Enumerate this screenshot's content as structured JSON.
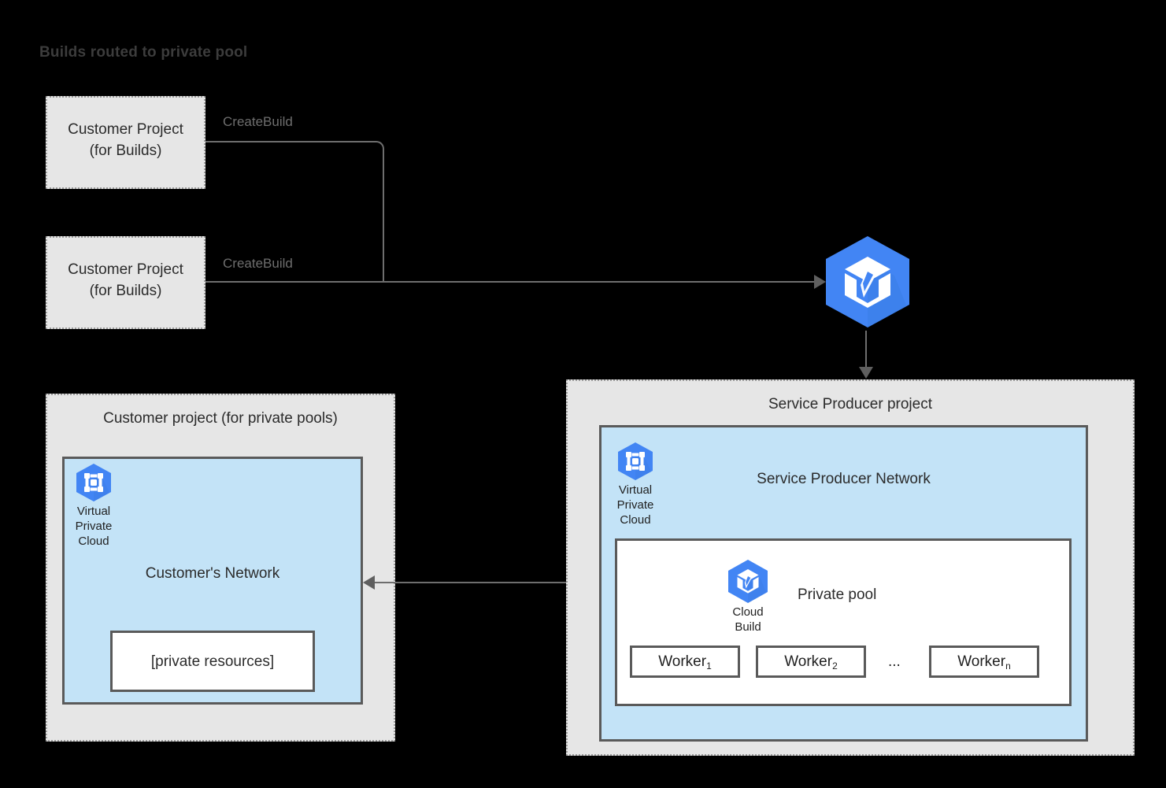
{
  "title": "Builds routed to private pool",
  "nodes": {
    "customer_project_builds_1": {
      "line1": "Customer Project",
      "line2": "(for Builds)"
    },
    "customer_project_builds_2": {
      "line1": "Customer Project",
      "line2": "(for Builds)"
    },
    "customer_project_private_pools": {
      "title": "Customer project (for private pools)",
      "network_label": "Customer's Network",
      "private_resources": "[private resources]",
      "vpc_icon": {
        "name": "virtual-private-cloud-icon",
        "caption_lines": [
          "Virtual",
          "Private",
          "Cloud"
        ]
      }
    },
    "service_producer_project": {
      "title": "Service Producer project",
      "network_label": "Service Producer Network",
      "vpc_icon": {
        "name": "virtual-private-cloud-icon",
        "caption_lines": [
          "Virtual",
          "Private",
          "Cloud"
        ]
      },
      "private_pool": {
        "label": "Private pool",
        "cloud_build_icon": {
          "name": "cloud-build-icon",
          "caption_lines": [
            "Cloud",
            "Build"
          ]
        },
        "workers": [
          {
            "base": "Worker",
            "sub": "1"
          },
          {
            "base": "Worker",
            "sub": "2"
          },
          {
            "base": "Worker",
            "sub": "n"
          }
        ],
        "ellipsis": "..."
      }
    },
    "cloud_build_service": {
      "icon_name": "cloud-build-icon"
    }
  },
  "edges": {
    "create_build_1": "CreateBuild",
    "create_build_2": "CreateBuild"
  },
  "colors": {
    "google_blue": "#4285f4",
    "hex_shadow_blue": "#3f7be0",
    "network_blue": "#c3e3f7",
    "project_gray": "#e6e6e6",
    "border_gray": "#5a5a5a",
    "dotted_gray": "#9a9a9a",
    "connector_gray": "#6e6e6e",
    "title_gray": "#3c3c3c",
    "text_dark": "#2b2b2b",
    "background": "#000000"
  }
}
